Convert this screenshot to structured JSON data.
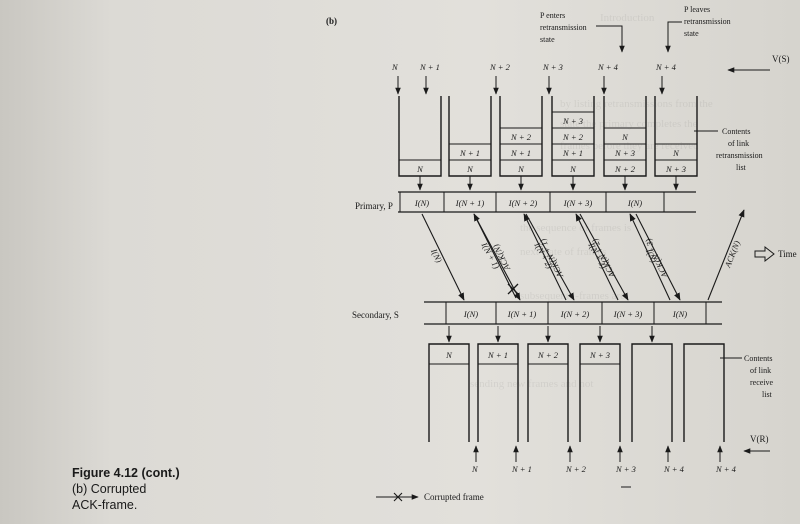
{
  "panel_label": "(b)",
  "annotations": {
    "p_enters": [
      "P enters",
      "retransmission",
      "state"
    ],
    "p_leaves": [
      "P leaves",
      "retransmission",
      "state"
    ],
    "vs": "V(S)",
    "vr": "V(R)",
    "time": "Time",
    "retrans_list": [
      "Contents",
      "of link",
      "retransmission",
      "list"
    ],
    "receive_list": [
      "Contents",
      "of link",
      "receive",
      "list"
    ],
    "corrupted": "Corrupted frame"
  },
  "nodes": {
    "primary": "Primary, P",
    "secondary": "Secondary, S"
  },
  "top_labels": [
    "N",
    "N + 1",
    "N + 2",
    "N + 3",
    "N + 4",
    "N + 4"
  ],
  "retrans_queues": [
    [
      "N"
    ],
    [
      "N + 1",
      "N"
    ],
    [
      "N + 2",
      "N + 1",
      "N"
    ],
    [
      "N + 3",
      "N + 2",
      "N + 1",
      "N"
    ],
    [
      "N",
      "N + 3",
      "N + 2"
    ],
    [
      "N",
      "N + 3"
    ]
  ],
  "primary_frames": [
    "I(N)",
    "I(N + 1)",
    "I(N + 2)",
    "I(N + 3)",
    "I(N)"
  ],
  "secondary_frames": [
    "I(N)",
    "I(N + 1)",
    "I(N + 2)",
    "I(N + 3)",
    "I(N)"
  ],
  "receive_queues": [
    "N",
    "N + 1",
    "N + 2",
    "N + 3"
  ],
  "bottom_labels": [
    "N",
    "N + 1",
    "N + 2",
    "N + 3",
    "N + 4",
    "N + 4"
  ],
  "down_arrows": [
    "I(N)",
    "I(N + 1)",
    "I(N + 2)",
    "I(N + 3)",
    "I(N)"
  ],
  "up_arrows": [
    "ACK(N)",
    "ACK(N + 1)",
    "ACK(N + 2)",
    "ACK(N + 3)",
    "ACK(N)"
  ],
  "caption": {
    "figure": "Figure 4.12 (cont.)",
    "line1": "(b) Corrupted",
    "line2": "ACK-frame."
  }
}
